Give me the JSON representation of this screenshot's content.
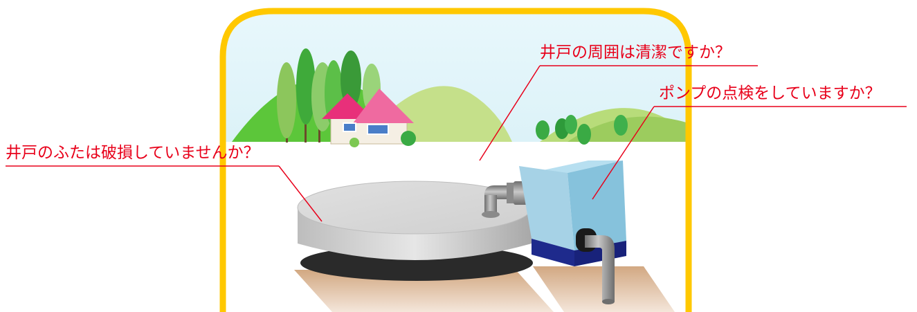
{
  "callouts": {
    "surroundings": "井戸の周囲は清潔ですか？",
    "pump": "ポンプの点検をしていますか？",
    "lid": "井戸のふたは破損していませんか？"
  },
  "colors": {
    "frame": "#ffc800",
    "callout": "#e8001a",
    "sky": "#e4f7fb",
    "lid": "#d9d9d9",
    "pump": "#8cc8e4",
    "pump_base": "#1e2a8c",
    "pipe": "#9a9a9a",
    "ground": "#dcb896"
  }
}
